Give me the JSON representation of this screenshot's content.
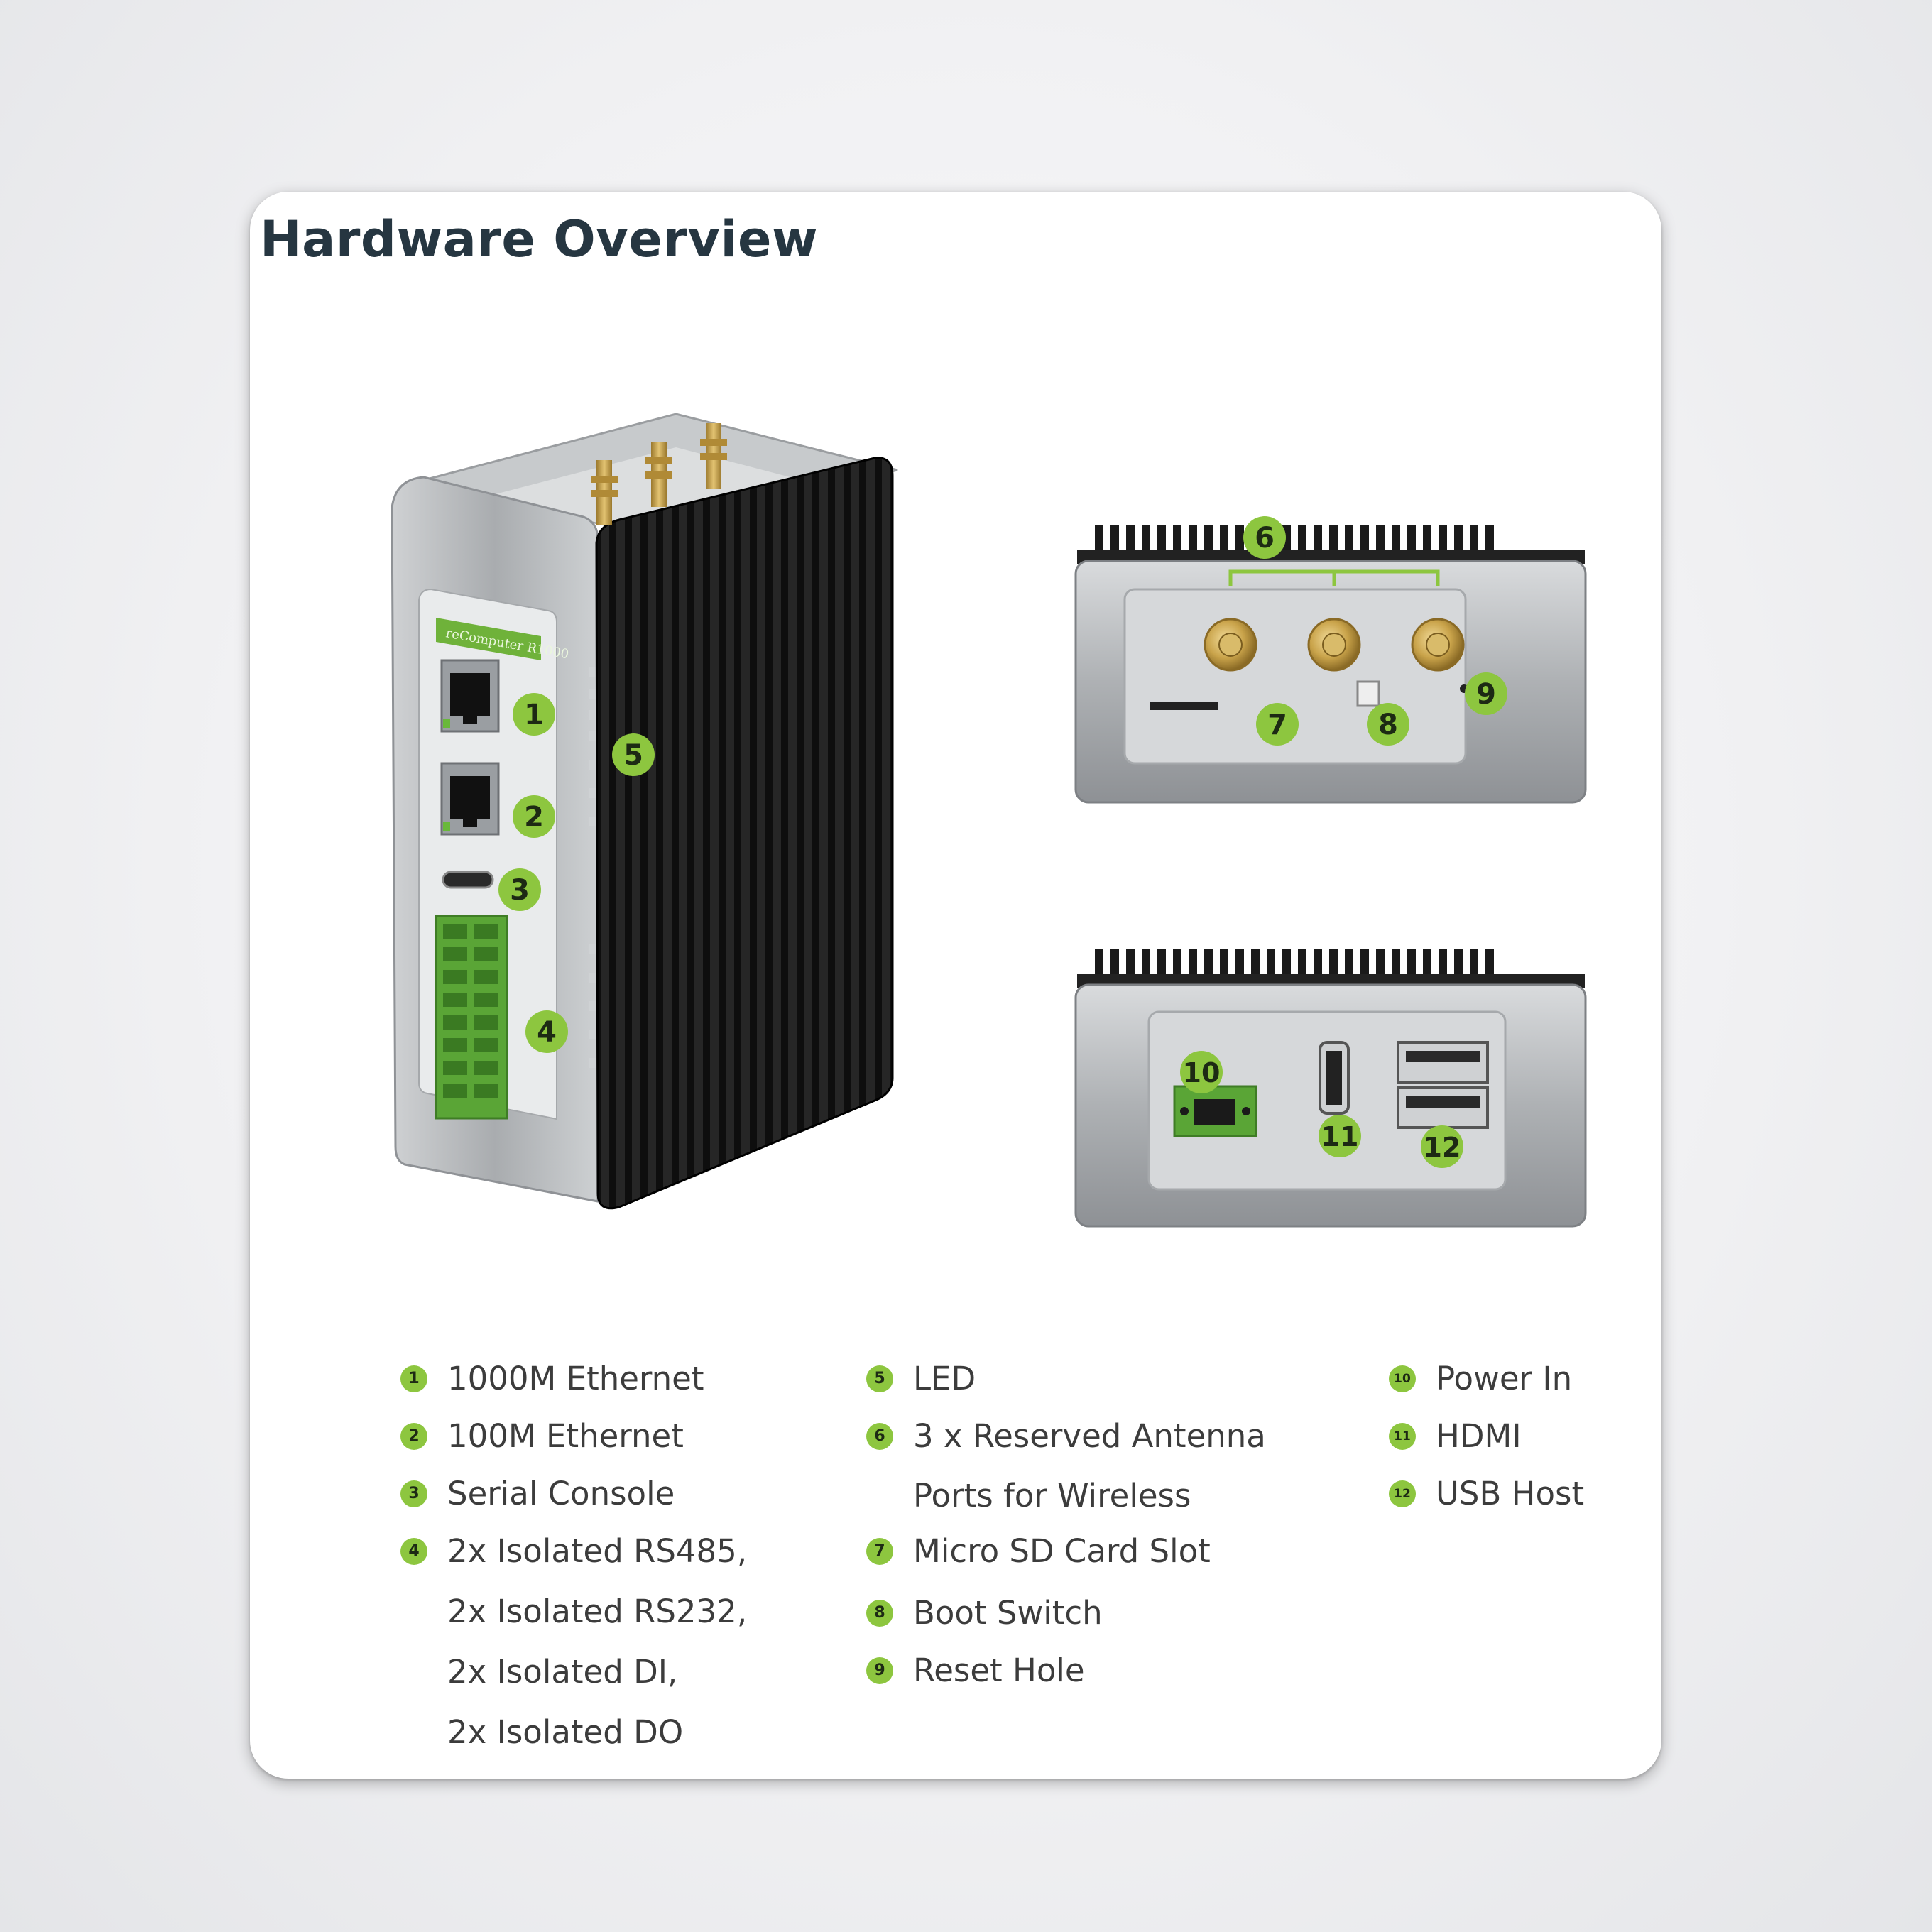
{
  "title": "Hardware Overview",
  "device": {
    "model_label": "reComputer R1000"
  },
  "callouts": [
    "1",
    "2",
    "3",
    "4",
    "5",
    "6",
    "7",
    "8",
    "9",
    "10",
    "11",
    "12"
  ],
  "legend": {
    "col1": [
      {
        "num": "1",
        "lines": [
          "1000M Ethernet"
        ]
      },
      {
        "num": "2",
        "lines": [
          "100M Ethernet"
        ]
      },
      {
        "num": "3",
        "lines": [
          "Serial Console"
        ]
      },
      {
        "num": "4",
        "lines": [
          "2x Isolated RS485,",
          "2x Isolated RS232,",
          "2x Isolated DI,",
          "2x Isolated DO"
        ]
      }
    ],
    "col2": [
      {
        "num": "5",
        "lines": [
          "LED"
        ]
      },
      {
        "num": "6",
        "lines": [
          "3 x Reserved Antenna",
          "Ports for Wireless"
        ]
      },
      {
        "num": "7",
        "lines": [
          "Micro SD Card Slot"
        ]
      },
      {
        "num": "8",
        "lines": [
          "Boot Switch"
        ]
      },
      {
        "num": "9",
        "lines": [
          "Reset Hole"
        ]
      }
    ],
    "col3": [
      {
        "num": "10",
        "lines": [
          "Power In"
        ]
      },
      {
        "num": "11",
        "lines": [
          "HDMI"
        ]
      },
      {
        "num": "12",
        "lines": [
          "USB Host"
        ]
      }
    ]
  },
  "colors": {
    "accent": "#8dc63f",
    "title": "#263641",
    "heatsink": "#1a1a1a",
    "housing": "#b9bcbf",
    "antenna": "#c9a34a"
  }
}
